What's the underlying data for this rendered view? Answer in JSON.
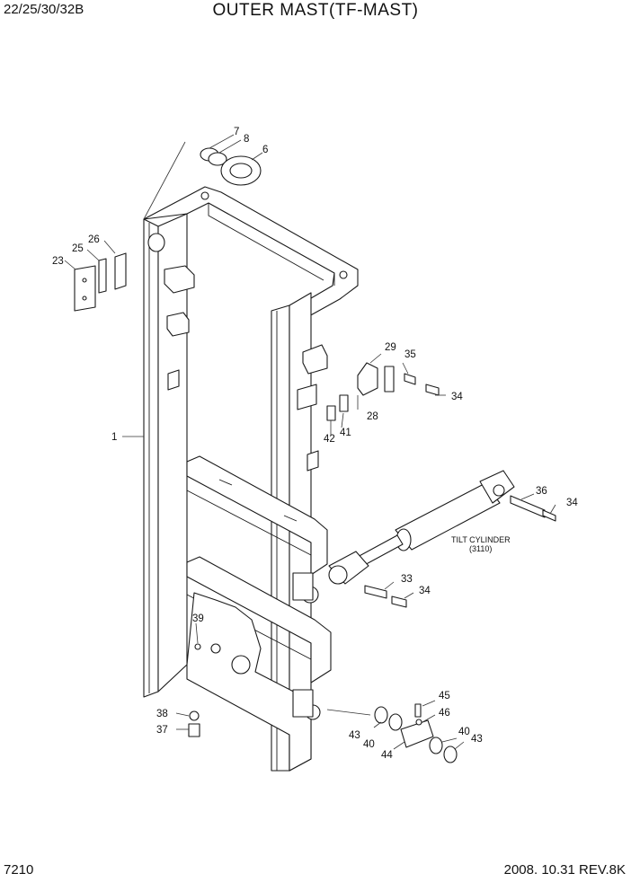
{
  "header": {
    "model": "22/25/30/32B",
    "title": "OUTER MAST(TF-MAST)"
  },
  "footer": {
    "page_number": "7210",
    "revision": "2008. 10.31  REV.8K"
  },
  "note": {
    "line1": "TILT CYLINDER",
    "line2": "(3110)"
  },
  "callouts": {
    "c1": "1",
    "c6": "6",
    "c7": "7",
    "c8": "8",
    "c23": "23",
    "c25": "25",
    "c26": "26",
    "c28": "28",
    "c29": "29",
    "c33": "33",
    "c34a": "34",
    "c34b": "34",
    "c34c": "34",
    "c35": "35",
    "c36": "36",
    "c37": "37",
    "c38": "38",
    "c39": "39",
    "c40a": "40",
    "c40b": "40",
    "c41": "41",
    "c42": "42",
    "c43a": "43",
    "c43b": "43",
    "c44": "44",
    "c45": "45",
    "c46": "46"
  }
}
